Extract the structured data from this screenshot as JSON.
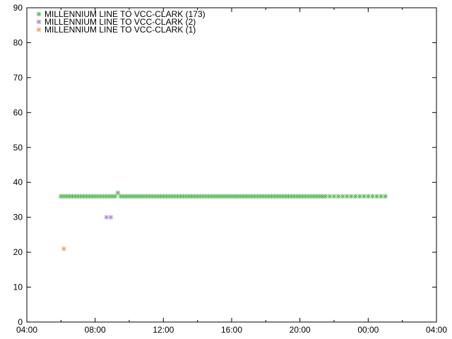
{
  "chart_data": {
    "type": "scatter",
    "title": "",
    "xlabel": "",
    "ylabel": "",
    "xlim": [
      "04:00",
      "04:00"
    ],
    "x_range_hours": [
      4,
      28
    ],
    "ylim": [
      0,
      90
    ],
    "y_ticks": [
      0,
      10,
      20,
      30,
      40,
      50,
      60,
      70,
      80,
      90
    ],
    "x_ticks": [
      "04:00",
      "08:00",
      "12:00",
      "16:00",
      "20:00",
      "00:00",
      "04:00"
    ],
    "grid": false,
    "legend_position": "top-left",
    "series": [
      {
        "name": "MILLENNIUM LINE TO VCC-CLARK (173)",
        "color": "#5cb85c",
        "marker": "asterisk",
        "points": [
          {
            "x": "06:00",
            "y": 36
          },
          {
            "x": "06:10",
            "y": 36
          },
          {
            "x": "06:20",
            "y": 36
          },
          {
            "x": "06:30",
            "y": 36
          },
          {
            "x": "06:40",
            "y": 36
          },
          {
            "x": "06:50",
            "y": 36
          },
          {
            "x": "07:00",
            "y": 36
          },
          {
            "x": "07:10",
            "y": 36
          },
          {
            "x": "07:20",
            "y": 36
          },
          {
            "x": "07:30",
            "y": 36
          },
          {
            "x": "07:40",
            "y": 36
          },
          {
            "x": "07:50",
            "y": 36
          },
          {
            "x": "08:00",
            "y": 36
          },
          {
            "x": "08:10",
            "y": 36
          },
          {
            "x": "08:20",
            "y": 36
          },
          {
            "x": "08:30",
            "y": 36
          },
          {
            "x": "08:40",
            "y": 36
          },
          {
            "x": "08:50",
            "y": 36
          },
          {
            "x": "09:00",
            "y": 36
          },
          {
            "x": "09:10",
            "y": 36
          },
          {
            "x": "09:20",
            "y": 37
          },
          {
            "x": "09:30",
            "y": 36
          },
          {
            "x": "09:40",
            "y": 36
          },
          {
            "x": "09:50",
            "y": 36
          },
          {
            "x": "10:00",
            "y": 36
          },
          {
            "x": "10:10",
            "y": 36
          },
          {
            "x": "10:20",
            "y": 36
          },
          {
            "x": "10:30",
            "y": 36
          },
          {
            "x": "10:40",
            "y": 36
          },
          {
            "x": "10:50",
            "y": 36
          },
          {
            "x": "11:00",
            "y": 36
          },
          {
            "x": "11:10",
            "y": 36
          },
          {
            "x": "11:20",
            "y": 36
          },
          {
            "x": "11:30",
            "y": 36
          },
          {
            "x": "11:40",
            "y": 36
          },
          {
            "x": "11:50",
            "y": 36
          },
          {
            "x": "12:00",
            "y": 36
          },
          {
            "x": "12:10",
            "y": 36
          },
          {
            "x": "12:20",
            "y": 36
          },
          {
            "x": "12:30",
            "y": 36
          },
          {
            "x": "12:40",
            "y": 36
          },
          {
            "x": "12:50",
            "y": 36
          },
          {
            "x": "13:00",
            "y": 36
          },
          {
            "x": "13:10",
            "y": 36
          },
          {
            "x": "13:20",
            "y": 36
          },
          {
            "x": "13:30",
            "y": 36
          },
          {
            "x": "13:40",
            "y": 36
          },
          {
            "x": "13:50",
            "y": 36
          },
          {
            "x": "14:00",
            "y": 36
          },
          {
            "x": "14:10",
            "y": 36
          },
          {
            "x": "14:20",
            "y": 36
          },
          {
            "x": "14:30",
            "y": 36
          },
          {
            "x": "14:40",
            "y": 36
          },
          {
            "x": "14:50",
            "y": 36
          },
          {
            "x": "15:00",
            "y": 36
          },
          {
            "x": "15:10",
            "y": 36
          },
          {
            "x": "15:20",
            "y": 36
          },
          {
            "x": "15:30",
            "y": 36
          },
          {
            "x": "15:40",
            "y": 36
          },
          {
            "x": "15:50",
            "y": 36
          },
          {
            "x": "16:00",
            "y": 36
          },
          {
            "x": "16:10",
            "y": 36
          },
          {
            "x": "16:20",
            "y": 36
          },
          {
            "x": "16:30",
            "y": 36
          },
          {
            "x": "16:40",
            "y": 36
          },
          {
            "x": "16:50",
            "y": 36
          },
          {
            "x": "17:00",
            "y": 36
          },
          {
            "x": "17:10",
            "y": 36
          },
          {
            "x": "17:20",
            "y": 36
          },
          {
            "x": "17:30",
            "y": 36
          },
          {
            "x": "17:40",
            "y": 36
          },
          {
            "x": "17:50",
            "y": 36
          },
          {
            "x": "18:00",
            "y": 36
          },
          {
            "x": "18:10",
            "y": 36
          },
          {
            "x": "18:20",
            "y": 36
          },
          {
            "x": "18:30",
            "y": 36
          },
          {
            "x": "18:40",
            "y": 36
          },
          {
            "x": "18:50",
            "y": 36
          },
          {
            "x": "19:00",
            "y": 36
          },
          {
            "x": "19:10",
            "y": 36
          },
          {
            "x": "19:20",
            "y": 36
          },
          {
            "x": "19:30",
            "y": 36
          },
          {
            "x": "19:40",
            "y": 36
          },
          {
            "x": "19:50",
            "y": 36
          },
          {
            "x": "20:00",
            "y": 36
          },
          {
            "x": "20:10",
            "y": 36
          },
          {
            "x": "20:20",
            "y": 36
          },
          {
            "x": "20:30",
            "y": 36
          },
          {
            "x": "20:40",
            "y": 36
          },
          {
            "x": "20:50",
            "y": 36
          },
          {
            "x": "21:00",
            "y": 36
          },
          {
            "x": "21:10",
            "y": 36
          },
          {
            "x": "21:20",
            "y": 36
          },
          {
            "x": "21:30",
            "y": 36
          },
          {
            "x": "21:45",
            "y": 36
          },
          {
            "x": "22:00",
            "y": 36
          },
          {
            "x": "22:15",
            "y": 36
          },
          {
            "x": "22:30",
            "y": 36
          },
          {
            "x": "22:45",
            "y": 36
          },
          {
            "x": "23:00",
            "y": 36
          },
          {
            "x": "23:15",
            "y": 36
          },
          {
            "x": "23:30",
            "y": 36
          },
          {
            "x": "23:45",
            "y": 36
          },
          {
            "x": "00:00",
            "y": 36
          },
          {
            "x": "00:15",
            "y": 36
          },
          {
            "x": "00:30",
            "y": 36
          },
          {
            "x": "00:45",
            "y": 36
          },
          {
            "x": "01:00",
            "y": 36
          }
        ]
      },
      {
        "name": "MILLENNIUM LINE TO VCC-CLARK (2)",
        "color": "#a98bd6",
        "marker": "asterisk",
        "points": [
          {
            "x": "08:40",
            "y": 30
          },
          {
            "x": "08:55",
            "y": 30
          }
        ]
      },
      {
        "name": "MILLENNIUM LINE TO VCC-CLARK (1)",
        "color": "#f0a35a",
        "marker": "asterisk",
        "points": [
          {
            "x": "06:10",
            "y": 21
          }
        ]
      }
    ]
  }
}
